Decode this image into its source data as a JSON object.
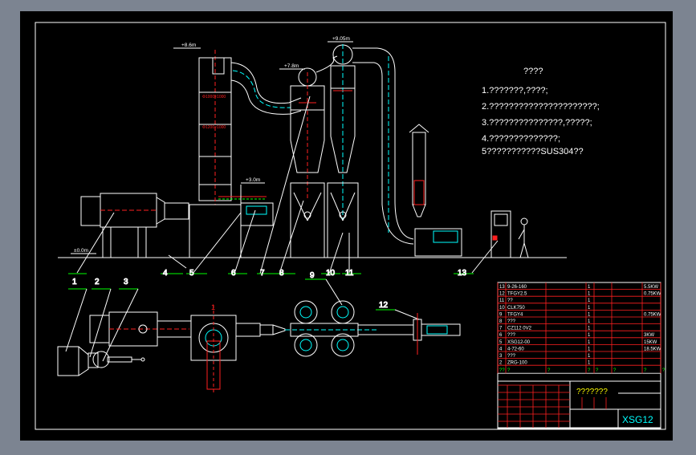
{
  "elevations": {
    "e1": "+8.6m",
    "e2": "+9.05m",
    "e3": "+7.8m",
    "e4": "+3.0m",
    "e5": "±0.0m"
  },
  "column_marks": {
    "a": "Φ1000×1000",
    "b": "Φ1200×1000"
  },
  "notes": {
    "title": "????",
    "lines": [
      "1.???????,????;",
      "2.??????????????????????;",
      "3.???????????????,?????;",
      "4.??????????????;",
      "5???????????SUS304??"
    ]
  },
  "callouts": [
    "1",
    "2",
    "3",
    "4",
    "5",
    "6",
    "7",
    "8",
    "9",
    "10",
    "11",
    "12",
    "13"
  ],
  "plan_mark": "1",
  "bom_rows": [
    {
      "no": "13",
      "name": "9-26-160",
      "qty": "1",
      "rating": "5.5KW"
    },
    {
      "no": "12",
      "name": "TFGY2.5",
      "qty": "1",
      "rating": "0.75KW"
    },
    {
      "no": "11",
      "name": "??",
      "qty": "1",
      "rating": ""
    },
    {
      "no": "10",
      "name": "CLK750",
      "qty": "1",
      "rating": ""
    },
    {
      "no": "9",
      "name": "TFGY4",
      "qty": "1",
      "rating": "0.75KW"
    },
    {
      "no": "8",
      "name": "???",
      "qty": "1",
      "rating": ""
    },
    {
      "no": "7",
      "name": "CZ112 0V2",
      "qty": "1",
      "rating": ""
    },
    {
      "no": "6",
      "name": "???",
      "qty": "1",
      "rating": "3KW"
    },
    {
      "no": "5",
      "name": "XSG12-00",
      "qty": "1",
      "rating": "15KW"
    },
    {
      "no": "4",
      "name": "4-72-60",
      "qty": "1",
      "rating": "18.5KW"
    },
    {
      "no": "3",
      "name": "???",
      "qty": "1",
      "rating": ""
    },
    {
      "no": "2",
      "name": "ZRG-100",
      "qty": "1",
      "rating": ""
    }
  ],
  "bom_header": [
    "??",
    "?",
    "?",
    "?",
    "?",
    "?",
    "?",
    "?"
  ],
  "title_block": {
    "name": "???????",
    "drawing_no": "XSG12"
  },
  "colors": {
    "background": "#000000",
    "border": "#ffffff",
    "callout_line": "#00ff00",
    "callout_text": "#ffffff",
    "bom_grid": "#ff0000",
    "cyan": "#00ffff",
    "red": "#ff2020",
    "magenta": "#ff00ff"
  }
}
